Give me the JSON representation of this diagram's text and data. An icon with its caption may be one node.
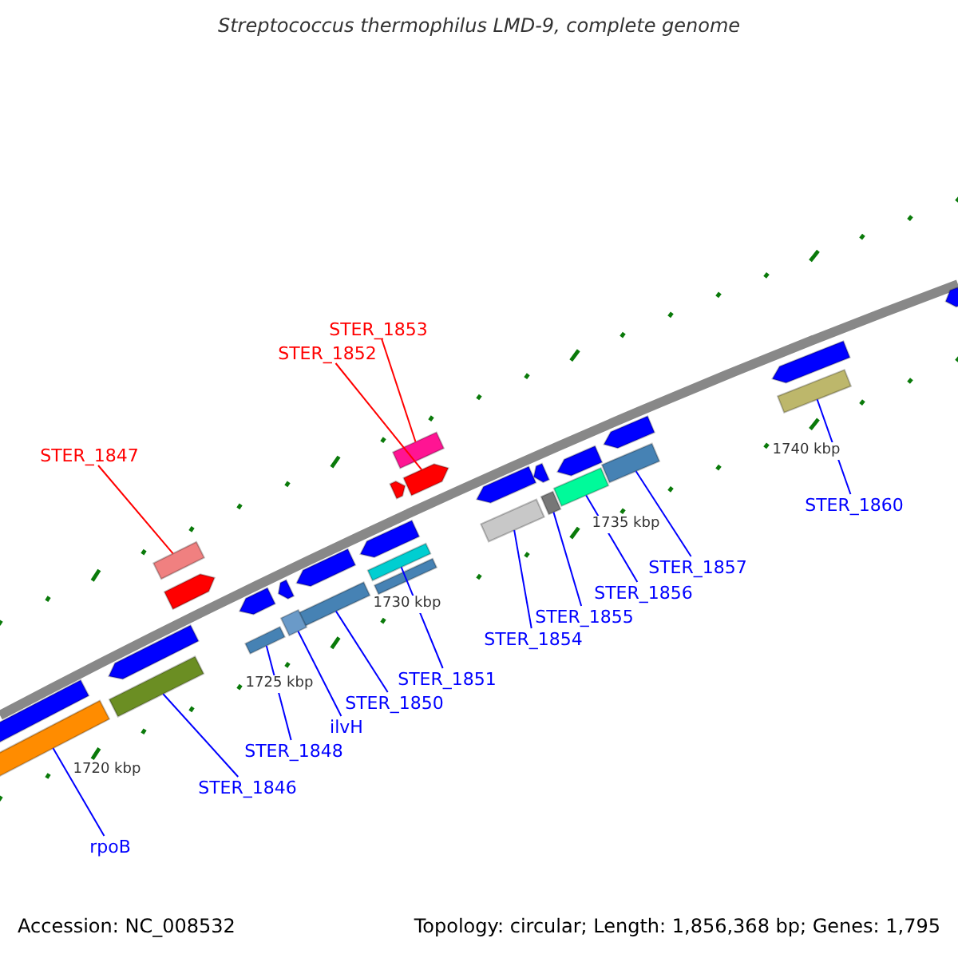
{
  "diagram": {
    "title": "Streptococcus thermophilus LMD-9, complete genome",
    "nodes": [
      {
        "text": [
          "STER_1853"
        ]
      },
      {
        "text": [
          "STER_1852"
        ]
      },
      {
        "text": [
          "STER_1847"
        ]
      },
      {
        "text": [
          "STER_1860"
        ]
      },
      {
        "text": [
          "STER_1857"
        ]
      },
      {
        "text": [
          "STER_1856"
        ]
      },
      {
        "text": [
          "STER_1855"
        ]
      },
      {
        "text": [
          "STER_1854"
        ]
      },
      {
        "text": [
          "STER_1851"
        ]
      },
      {
        "text": [
          "STER_1850"
        ]
      },
      {
        "text": [
          "ilvH"
        ]
      },
      {
        "text": [
          "STER_1848"
        ]
      },
      {
        "text": [
          "STER_1846"
        ]
      },
      {
        "text": [
          "rpoB"
        ]
      },
      {
        "text": [],
        "shape": "bar"
      },
      {
        "text": [],
        "shape": "pentagon"
      },
      {
        "text": [],
        "shape": "bar"
      },
      {
        "text": [],
        "shape": "bar"
      },
      {
        "text": [],
        "shape": "bar"
      },
      {
        "text": [],
        "shape": "bar"
      },
      {
        "text": [],
        "shape": "bar"
      },
      {
        "text": [],
        "shape": "bar"
      },
      {
        "text": [],
        "shape": "bar"
      },
      {
        "text": [],
        "shape": "bar"
      },
      {
        "text": [],
        "shape": "bar"
      },
      {
        "text": [],
        "shape": "bar"
      },
      {
        "text": [],
        "shape": "bar"
      },
      {
        "text": [],
        "shape": "bar"
      },
      {
        "text": [],
        "shape": "pentagon"
      },
      {
        "text": [],
        "shape": "pentagon"
      },
      {
        "text": [],
        "shape": "pentagon"
      },
      {
        "text": [],
        "shape": "pentagon"
      },
      {
        "text": [],
        "shape": "pentagon"
      },
      {
        "text": [],
        "shape": "pentagon"
      },
      {
        "text": [],
        "shape": "pentagon"
      },
      {
        "text": [],
        "shape": "pentagon"
      },
      {
        "text": [],
        "shape": "pentagon"
      },
      {
        "text": [],
        "shape": "pentagon"
      },
      {
        "text": [],
        "shape": "pentagon"
      },
      {
        "text": [],
        "shape": "pentagon"
      },
      {
        "text": [],
        "shape": "pentagon"
      },
      {
        "text": [],
        "shape": "pentagon"
      },
      {
        "text": [],
        "shape": "bar"
      }
    ],
    "edges": [
      {
        "from": 0,
        "to": 14,
        "arrow": "none",
        "color": "#ff0000"
      },
      {
        "from": 1,
        "to": 15,
        "arrow": "none",
        "color": "#ff0000"
      },
      {
        "from": 2,
        "to": 16,
        "arrow": "none",
        "color": "#ff0000"
      },
      {
        "from": 3,
        "to": 17,
        "arrow": "none"
      },
      {
        "from": 4,
        "to": 18,
        "arrow": "none"
      },
      {
        "from": 5,
        "to": 19,
        "arrow": "none"
      },
      {
        "from": 6,
        "to": 20,
        "arrow": "none"
      },
      {
        "from": 7,
        "to": 21,
        "arrow": "none"
      },
      {
        "from": 8,
        "to": 22,
        "arrow": "none"
      },
      {
        "from": 9,
        "to": 23,
        "arrow": "none"
      },
      {
        "from": 10,
        "to": 24,
        "arrow": "none"
      },
      {
        "from": 11,
        "to": 25,
        "arrow": "none"
      },
      {
        "from": 12,
        "to": 26,
        "arrow": "none"
      },
      {
        "from": 13,
        "to": 27,
        "arrow": "none"
      }
    ],
    "labels": [
      "1740 kbp",
      "1735 kbp",
      "1730 kbp",
      "1725 kbp",
      "1720 kbp",
      "Accession: NC_008532",
      "Topology: circular; Length: 1,856,368 bp; Genes: 1,795"
    ]
  }
}
